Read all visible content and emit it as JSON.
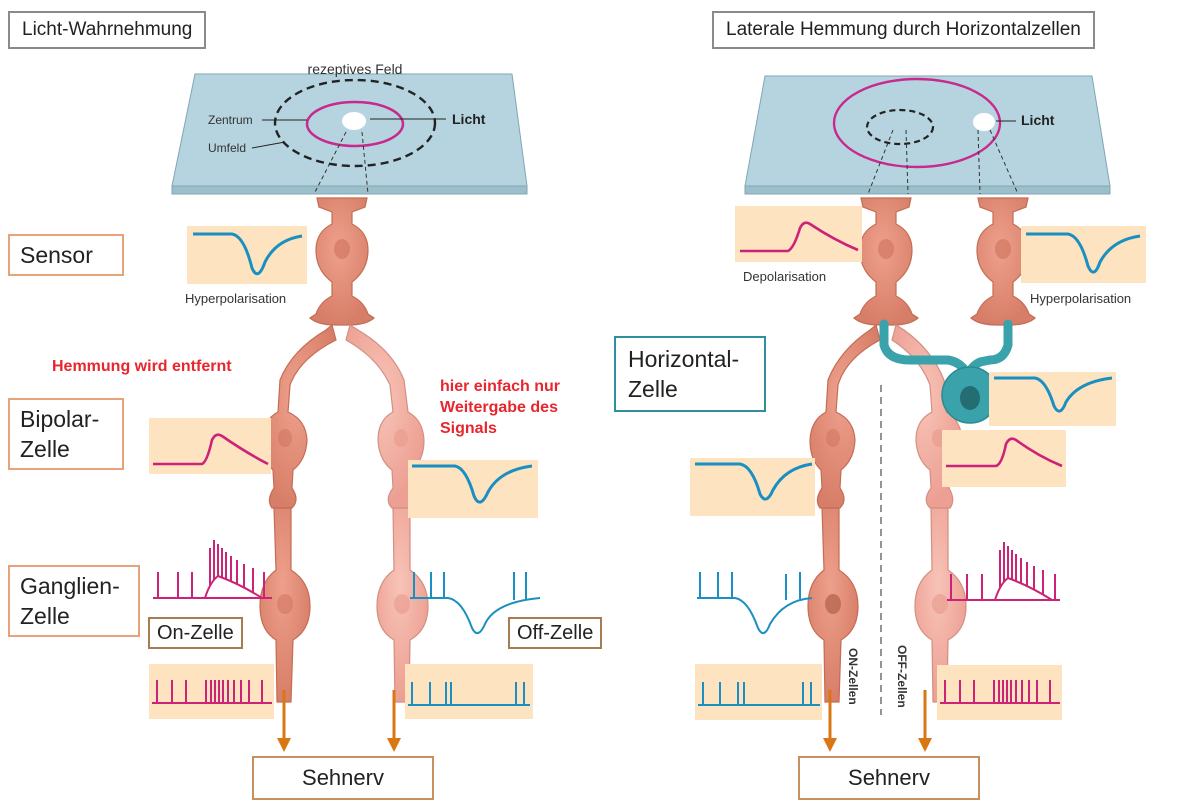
{
  "left": {
    "title": "Licht-Wahrnehmung",
    "receptive_field_label": "rezeptives Feld",
    "center_label": "Zentrum",
    "surround_label": "Umfeld",
    "light_label": "Licht",
    "sensor_label": "Sensor",
    "hyperpolarisation_label": "Hyperpolarisation",
    "bipolar_label_line1": "Bipolar-",
    "bipolar_label_line2": "Zelle",
    "ganglion_label_line1": "Ganglien-",
    "ganglion_label_line2": "Zelle",
    "on_cell_label": "On-Zelle",
    "off_cell_label": "Off-Zelle",
    "optic_nerve_label": "Sehnerv",
    "note_inhibition_removed": "Hemmung wird entfernt",
    "note_pass_line1": "hier einfach nur",
    "note_pass_line2": "Weitergabe des",
    "note_pass_line3": "Signals"
  },
  "right": {
    "title": "Laterale Hemmung durch Horizontalzellen",
    "light_label": "Licht",
    "depolarisation_label": "Depolarisation",
    "hyperpolarisation_label": "Hyperpolarisation",
    "horizontal_label_line1": "Horizontal-",
    "horizontal_label_line2": "Zelle",
    "on_cells_label": "ON-Zellen",
    "off_cells_label": "OFF-Zellen",
    "optic_nerve_label": "Sehnerv"
  },
  "colors": {
    "magenta_trace": "#cc2277",
    "blue_trace": "#1a8fc2",
    "panel_bg": "#fde3c0",
    "retina_plate": "#b6d4df",
    "cell_dark": "#e38d77",
    "cell_light": "#f2b3a6",
    "horizontal_cell": "#3aa2aa",
    "arrow": "#d97714",
    "note_red": "#e8262e"
  }
}
